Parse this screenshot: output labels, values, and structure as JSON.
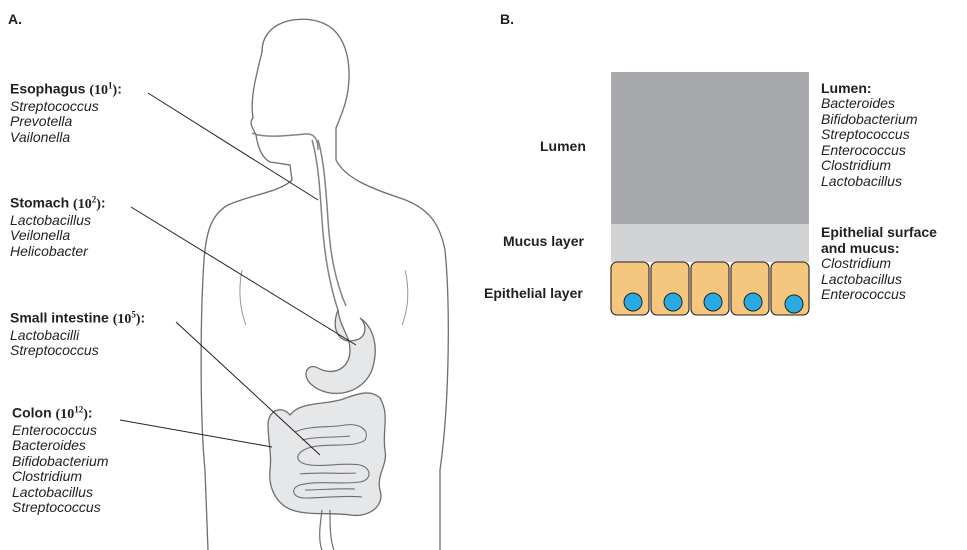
{
  "panel_a": {
    "label": "A.",
    "regions": [
      {
        "name": "Esophagus",
        "base": "10",
        "exp": "1",
        "bacteria": [
          "Streptococcus",
          "Prevotella",
          "Vailonella"
        ]
      },
      {
        "name": "Stomach",
        "base": "10",
        "exp": "2",
        "bacteria": [
          "Lactobacillus",
          "Veilonella",
          "Helicobacter"
        ]
      },
      {
        "name": "Small intestine",
        "base": "10",
        "exp": "5",
        "bacteria": [
          "Lactobacilli",
          "Streptococcus"
        ]
      },
      {
        "name": "Colon",
        "base": "10",
        "exp": "12",
        "bacteria": [
          "Enterococcus",
          "Bacteroides",
          "Bifidobacterium",
          "Clostridium",
          "Lactobacillus",
          "Streptococcus"
        ]
      }
    ]
  },
  "panel_b": {
    "label": "B.",
    "layers": {
      "lumen": "Lumen",
      "mucus": "Mucus layer",
      "epithelial": "Epithelial layer"
    },
    "lumen_group": {
      "title": "Lumen:",
      "bacteria": [
        "Bacteroides",
        "Bifidobacterium",
        "Streptococcus",
        "Enterococcus",
        "Clostridium",
        "Lactobacillus"
      ]
    },
    "surface_group": {
      "title_line1": "Epithelial surface",
      "title_line2": "and mucus:",
      "bacteria": [
        "Clostridium",
        "Lactobacillus",
        "Enterococcus"
      ]
    },
    "colors": {
      "lumen": "#a7a9ac",
      "mucus": "#d1d3d4",
      "cell": "#f5c77e",
      "nucleus": "#29abe2"
    }
  }
}
